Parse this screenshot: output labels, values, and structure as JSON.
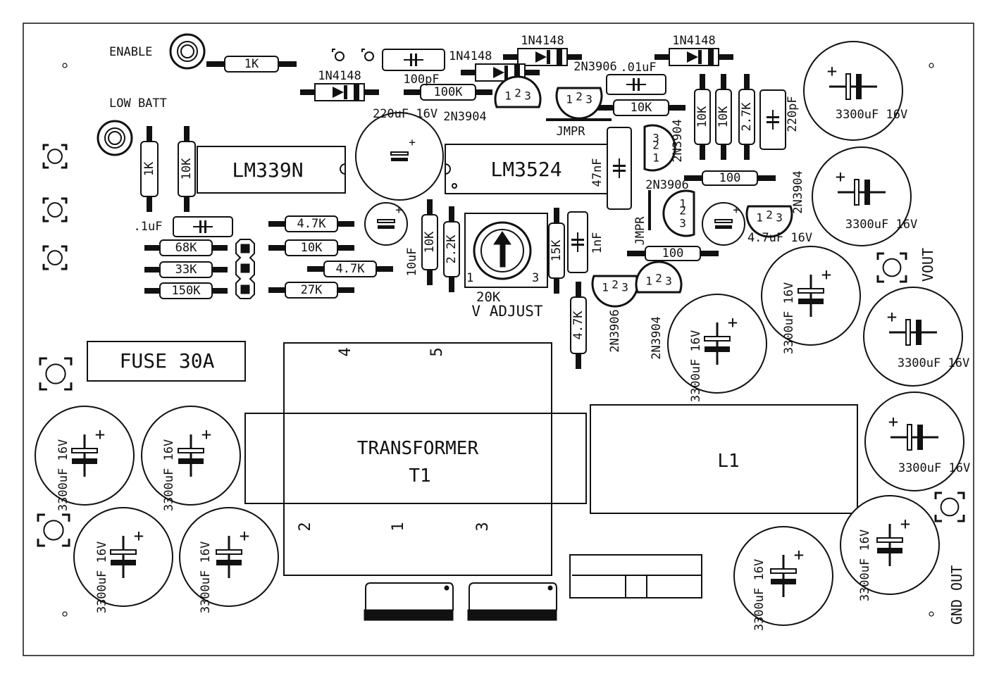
{
  "board": {
    "labels": {
      "enable": "ENABLE",
      "low_batt": "LOW BATT",
      "vout": "VOUT",
      "gnd_out": "GND OUT",
      "v_adjust": "V ADJUST",
      "fuse": "FUSE 30A",
      "transformer_title": "TRANSFORMER",
      "transformer_ref": "T1",
      "inductor": "L1"
    },
    "ics": [
      "LM339N",
      "LM3524"
    ],
    "pot": {
      "value": "20K",
      "pin1": "1",
      "pin3": "3"
    },
    "transformer_pins": [
      "4",
      "5",
      "2",
      "1",
      "3"
    ],
    "resistors": [
      "1K",
      "1K",
      "10K",
      "100K",
      "10K",
      "10K",
      "10K",
      "2.7K",
      "100",
      "100",
      "68K",
      "33K",
      "150K",
      "4.7K",
      "10K",
      "4.7K",
      "27K",
      "10K",
      "2.2K",
      "15K",
      "4.7K"
    ],
    "diodes": [
      "1N4148",
      "1N4148",
      "1N4148",
      "1N4148"
    ],
    "transistors": [
      "2N3906",
      "2N3904",
      "2N3904",
      "2N3906",
      "2N3904",
      "2N3906",
      "2N3904"
    ],
    "transistor_pins": [
      "1",
      "2",
      "3"
    ],
    "small_caps": [
      ".01uF",
      "100pF",
      "220pF",
      ".1uF",
      "47nF",
      "1nF",
      "10uF",
      "4.7uF 16V",
      "220uF 16V"
    ],
    "jumpers": [
      "JMPR",
      "JMPR"
    ],
    "big_cap": "3300uF 16V",
    "cap_big_split": {
      "upper": "3300",
      "lower": "uF 16V"
    },
    "plus": "+"
  }
}
